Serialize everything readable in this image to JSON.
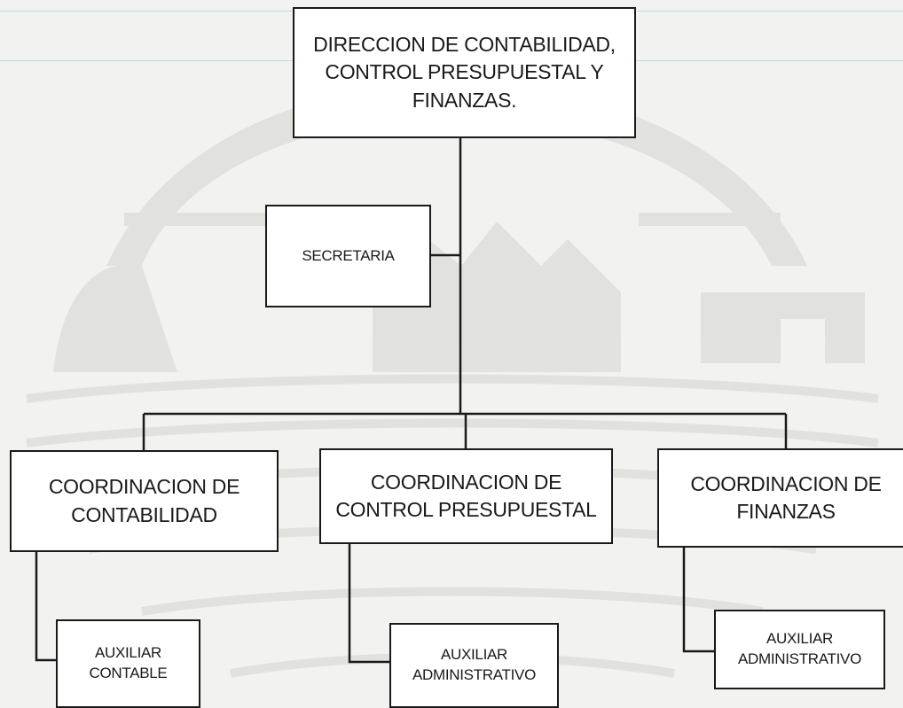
{
  "chart": {
    "head": {
      "line1": "DIRECCION DE CONTABILIDAD,",
      "line2": "CONTROL PRESUPUESTAL Y",
      "line3": "FINANZAS."
    },
    "secretary": {
      "label": "SECRETARIA"
    },
    "coordinations": [
      {
        "line1": "COORDINACION DE",
        "line2": "CONTABILIDAD",
        "assistant": {
          "line1": "AUXILIAR",
          "line2": "CONTABLE"
        }
      },
      {
        "line1": "COORDINACION DE",
        "line2": "CONTROL PRESUPUESTAL",
        "assistant": {
          "line1": "AUXILIAR",
          "line2": "ADMINISTRATIVO"
        }
      },
      {
        "line1": "COORDINACION DE",
        "line2": "FINANZAS",
        "assistant": {
          "line1": "AUXILIAR",
          "line2": "ADMINISTRATIVO"
        }
      }
    ]
  },
  "colors": {
    "box_border": "#1a1a1a",
    "connector": "#1a1a1a",
    "background": "#f2f2f0",
    "watermark": "#dcdcd8"
  }
}
